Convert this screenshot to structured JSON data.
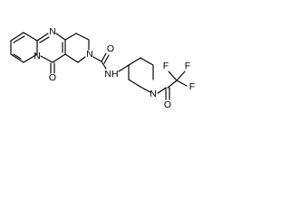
{
  "molecule": {
    "atoms": [
      {
        "key": "n_pyrimidine",
        "symbol": "N",
        "label": "N",
        "show": true
      },
      {
        "key": "n_bridge",
        "symbol": "N",
        "label": "N",
        "show": true
      },
      {
        "key": "o_ring",
        "symbol": "O",
        "label": "O",
        "show": true
      },
      {
        "key": "n_amide_ring",
        "symbol": "N",
        "label": "N",
        "show": true
      },
      {
        "key": "o_amide",
        "symbol": "O",
        "label": "O",
        "show": true
      },
      {
        "key": "nh_amide",
        "symbol": "N",
        "label": "NH",
        "show": true
      },
      {
        "key": "n_piperidine",
        "symbol": "N",
        "label": "N",
        "show": true
      },
      {
        "key": "o_acyl",
        "symbol": "O",
        "label": "O",
        "show": true
      },
      {
        "key": "f_top_left",
        "symbol": "F",
        "label": "F",
        "show": true
      },
      {
        "key": "f_top_right",
        "symbol": "F",
        "label": "F",
        "show": true
      },
      {
        "key": "f_right",
        "symbol": "F",
        "label": "F",
        "show": true
      }
    ],
    "colors": {
      "bond": "#000000",
      "label": "#000000",
      "background": "#ffffff"
    }
  }
}
